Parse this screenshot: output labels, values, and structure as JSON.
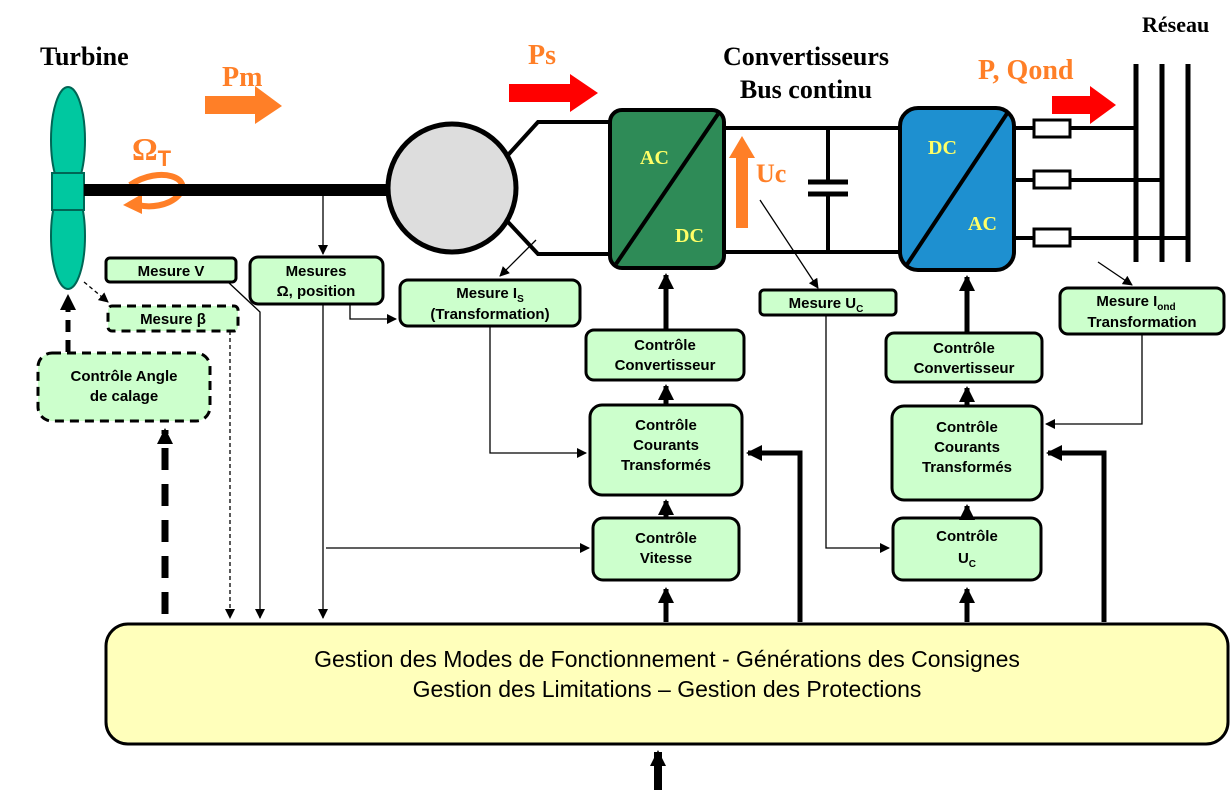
{
  "labels": {
    "turbine": "Turbine",
    "reseau": "Réseau",
    "convertisseurs_line1": "Convertisseurs",
    "convertisseurs_line2": "Bus continu",
    "pm": "Pm",
    "ps": "Ps",
    "p_qond": "P, Qond",
    "omega_t": "Ω",
    "omega_t_sub": "T",
    "uc": "Uc"
  },
  "converters": {
    "left": {
      "top": "AC",
      "bottom": "DC"
    },
    "right": {
      "top": "DC",
      "bottom": "AC"
    }
  },
  "measures": {
    "mesure_v": "Mesure  V",
    "mesure_beta": "Mesure  β",
    "mesures_omega_1": "Mesures",
    "mesures_omega_2": "Ω, position",
    "mesure_is_1": "Mesure  I",
    "mesure_is_sub": "S",
    "mesure_is_2": "(Transformation)",
    "mesure_uc": "Mesure U",
    "mesure_uc_sub": "C",
    "mesure_iond_1": "Mesure I",
    "mesure_iond_sub": "ond",
    "mesure_iond_2": "Transformation"
  },
  "controls": {
    "angle_1": "Contrôle Angle",
    "angle_2": "de calage",
    "conv_left_1": "Contrôle",
    "conv_left_2": "Convertisseur",
    "courants_left_1": "Contrôle",
    "courants_left_2": "Courants",
    "courants_left_3": "Transformés",
    "vitesse_1": "Contrôle",
    "vitesse_2": "Vitesse",
    "conv_right_1": "Contrôle",
    "conv_right_2": "Convertisseur",
    "courants_right_1": "Contrôle",
    "courants_right_2": "Courants",
    "courants_right_3": "Transformés",
    "uc_1": "Contrôle",
    "uc_2": "U",
    "uc_sub": "C"
  },
  "gestion": {
    "line1": "Gestion des Modes de Fonctionnement   -   Générations des Consignes",
    "line2": "Gestion des Limitations – Gestion des Protections"
  },
  "colors": {
    "turbine": "#00c8a0",
    "control_box": "#ccffcc",
    "gestion_box": "#ffffbb",
    "converter_left": "#2e8b57",
    "converter_right": "#1e90d0",
    "converter_text": "#ffff66",
    "power_arrow_orange": "#ff7f27",
    "power_arrow_red": "#ff0000"
  }
}
